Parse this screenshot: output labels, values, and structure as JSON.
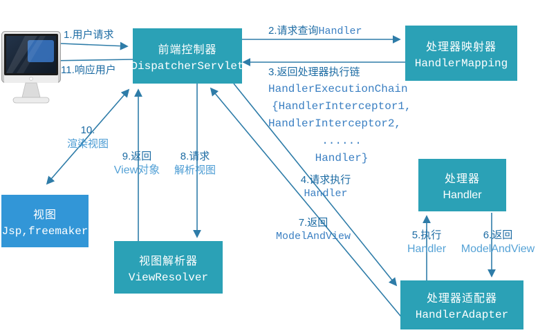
{
  "diagram": {
    "boxes": {
      "dispatcher": {
        "title": "前端控制器",
        "subtitle": "DispatcherServlet"
      },
      "handlerMapping": {
        "title": "处理器映射器",
        "subtitle": "HandlerMapping"
      },
      "handler": {
        "title": "处理器",
        "subtitle": "Handler"
      },
      "handlerAdapter": {
        "title": "处理器适配器",
        "subtitle": "HandlerAdapter"
      },
      "viewResolver": {
        "title": "视图解析器",
        "subtitle": "ViewResolver"
      },
      "view": {
        "title": "视图",
        "subtitle": "Jsp,freemaker"
      }
    },
    "steps": {
      "s1": {
        "text": "1.用户请求"
      },
      "s2": {
        "cn": "2.请求查询",
        "en": "Handler"
      },
      "s3": {
        "l1": "3.返回处理器执行链",
        "l2": "HandlerExecutionChain",
        "l3": "{HandlerInterceptor1,",
        "l4": "HandlerInterceptor2,",
        "l5": "......",
        "l6": "Handler}"
      },
      "s4": {
        "l1": "4.请求执行",
        "l2": "Handler"
      },
      "s5": {
        "l1": "5.执行",
        "l2": "Handler"
      },
      "s6": {
        "l1": "6.返回",
        "l2": "ModelAndView"
      },
      "s7": {
        "l1": "7.返回",
        "l2": "ModelAndView"
      },
      "s8": {
        "l1": "8.请求",
        "l2": "解析视图"
      },
      "s9": {
        "l1": "9.返回",
        "l2": "View对象"
      },
      "s10": {
        "l1": "10.",
        "l2": "渲染视图"
      },
      "s11": {
        "text": "11.响应用户"
      }
    },
    "icons": {
      "computer": "user-computer-icon"
    },
    "colors": {
      "teal_box": "#2ba1b6",
      "blue_box": "#3296d7",
      "arrow": "#2e7ca8",
      "label_dark": "#1c6ba3",
      "label_light": "#4a9bd3",
      "mono_text": "#3a7fc2",
      "box_text": "#ffffff"
    }
  }
}
